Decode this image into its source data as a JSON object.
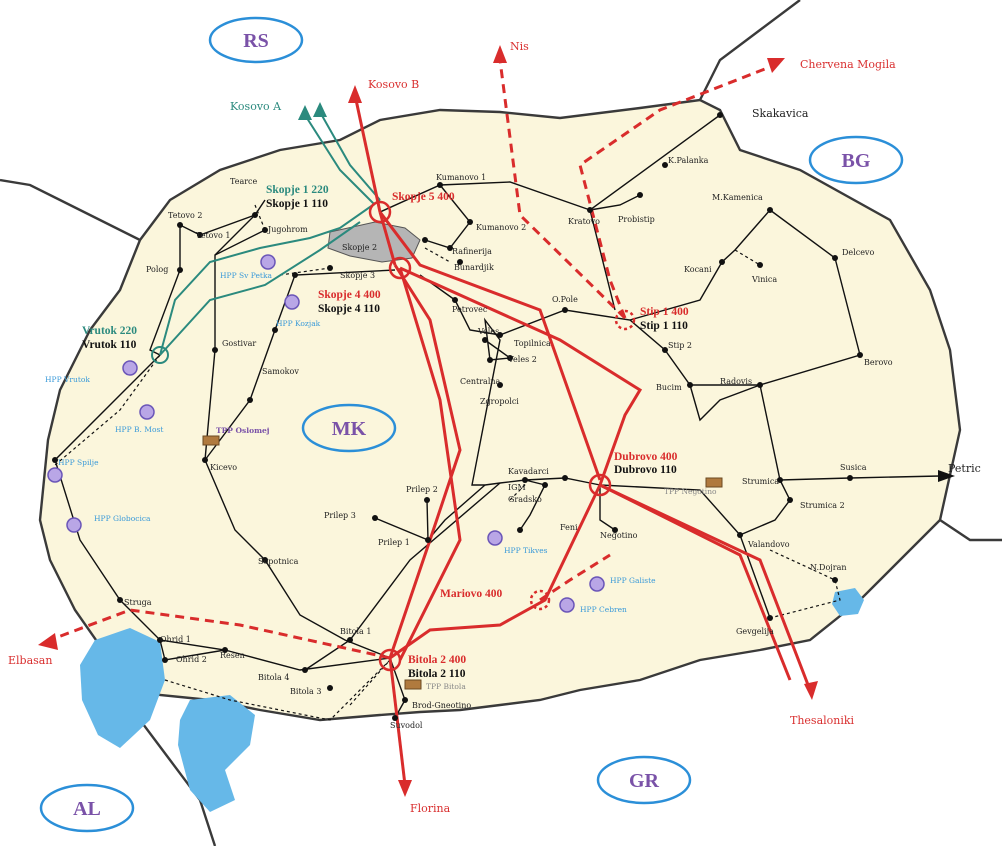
{
  "colors": {
    "land": "#fbf6dc",
    "border": "#3a3a3a",
    "lake": "#66b8e8",
    "line400": "#d92c2c",
    "line110": "#111111",
    "line220": "#2b8a7e",
    "country_ring": "#2b8fd8",
    "country_text": "#7a52a8",
    "hpp_text": "#3a9ad9",
    "hpp_fill": "#b9a6e6",
    "city": "#3a2a7a",
    "skopje_area": "#b5b5b5"
  },
  "countries": [
    {
      "code": "RS"
    },
    {
      "code": "BG"
    },
    {
      "code": "MK"
    },
    {
      "code": "GR"
    },
    {
      "code": "AL"
    }
  ],
  "external_directions": [
    {
      "label": "Nis"
    },
    {
      "label": "Kosovo B"
    },
    {
      "label": "Kosovo A"
    },
    {
      "label": "Chervena Mogila"
    },
    {
      "label": "Skakavica"
    },
    {
      "label": "Petric"
    },
    {
      "label": "Thesaloniki"
    },
    {
      "label": "Florina"
    },
    {
      "label": "Elbasan"
    }
  ],
  "major_substations": [
    {
      "name": "Skopje 5 400"
    },
    {
      "name": "Skopje 4 400",
      "sub": "Skopje 4 110"
    },
    {
      "name": "Skopje 1 220",
      "sub": "Skopje 1 110"
    },
    {
      "name": "Vrutok 220",
      "sub": "Vrutok 110"
    },
    {
      "name": "Stip 1 400",
      "sub": "Stip 1 110"
    },
    {
      "name": "Dubrovo 400",
      "sub": "Dubrovo 110"
    },
    {
      "name": "Mariovo 400"
    },
    {
      "name": "Bitola 2 400",
      "sub": "Bitola 2 110"
    }
  ],
  "plants": [
    {
      "name": "HPP Vrutok"
    },
    {
      "name": "HPP B. Most"
    },
    {
      "name": "HPP Spilje"
    },
    {
      "name": "HPP Globocica"
    },
    {
      "name": "HPP Sv Petka"
    },
    {
      "name": "HPP Kozjak"
    },
    {
      "name": "TPP Oslomej"
    },
    {
      "name": "HPP Tikves"
    },
    {
      "name": "HPP Galiste"
    },
    {
      "name": "HPP Cebren"
    },
    {
      "name": "TPP Negotino"
    },
    {
      "name": "TPP Bitola"
    }
  ],
  "substations": [
    {
      "name": "Kumanovo 1"
    },
    {
      "name": "Kumanovo 2"
    },
    {
      "name": "Kratovo"
    },
    {
      "name": "Probistip"
    },
    {
      "name": "K.Palanka"
    },
    {
      "name": "M.Kamenica"
    },
    {
      "name": "Delcevo"
    },
    {
      "name": "Kocani"
    },
    {
      "name": "Vinica"
    },
    {
      "name": "Berovo"
    },
    {
      "name": "Rafinerija"
    },
    {
      "name": "Bunardjik"
    },
    {
      "name": "Skopje 2"
    },
    {
      "name": "Skopje 3"
    },
    {
      "name": "Jugohrom"
    },
    {
      "name": "Tearce"
    },
    {
      "name": "Tetovo 2"
    },
    {
      "name": "Tetovo 1"
    },
    {
      "name": "Polog"
    },
    {
      "name": "Gostivar"
    },
    {
      "name": "Samokov"
    },
    {
      "name": "Petrovec"
    },
    {
      "name": "O.Pole"
    },
    {
      "name": "Veles"
    },
    {
      "name": "Topilnica"
    },
    {
      "name": "Veles 2"
    },
    {
      "name": "Centralna"
    },
    {
      "name": "Zgropolci"
    },
    {
      "name": "Stip 2"
    },
    {
      "name": "Bucim"
    },
    {
      "name": "Radovis"
    },
    {
      "name": "Kicevo"
    },
    {
      "name": "Kavadarci"
    },
    {
      "name": "IGM"
    },
    {
      "name": "Gradsko"
    },
    {
      "name": "Prilep 2"
    },
    {
      "name": "Prilep 3"
    },
    {
      "name": "Prilep 1"
    },
    {
      "name": "Feni"
    },
    {
      "name": "Negotino"
    },
    {
      "name": "Strumica"
    },
    {
      "name": "Susica"
    },
    {
      "name": "Strumica 2"
    },
    {
      "name": "Valandovo"
    },
    {
      "name": "N.Dojran"
    },
    {
      "name": "Gevgelija"
    },
    {
      "name": "Sopotnica"
    },
    {
      "name": "Struga"
    },
    {
      "name": "Ohrid 1"
    },
    {
      "name": "Ohrid 2"
    },
    {
      "name": "Resen"
    },
    {
      "name": "Bitola 4"
    },
    {
      "name": "Bitola 3"
    },
    {
      "name": "Bitola 1"
    },
    {
      "name": "Brod-Gneotino"
    },
    {
      "name": "Suvodol"
    }
  ]
}
